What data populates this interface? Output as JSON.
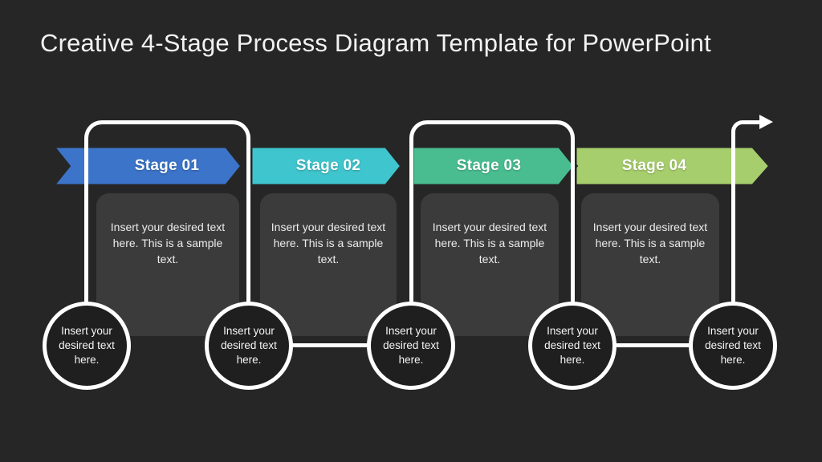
{
  "title": "Creative 4-Stage Process Diagram Template for PowerPoint",
  "stages": [
    {
      "label": "Stage 01",
      "color": "#3b74c9",
      "body_text": "Insert your desired text here. This is a sample text."
    },
    {
      "label": "Stage 02",
      "color": "#3fc5cd",
      "body_text": "Insert your desired text here. This is a sample text."
    },
    {
      "label": "Stage 03",
      "color": "#49bd90",
      "body_text": "Insert your desired text here. This is a sample text."
    },
    {
      "label": "Stage 04",
      "color": "#a7ce6c",
      "body_text": "Insert your desired text here. This is a sample text."
    }
  ],
  "connector_circles": [
    {
      "text": "Insert your desired text here."
    },
    {
      "text": "Insert your desired text here."
    },
    {
      "text": "Insert your desired text here."
    },
    {
      "text": "Insert your desired text here."
    },
    {
      "text": "Insert your desired text here."
    }
  ],
  "colors": {
    "background": "#262626",
    "card_fill": "#3b3b3b",
    "circle_fill": "#1f1f1f",
    "line": "#ffffff",
    "title_text": "#f2f2f2"
  }
}
